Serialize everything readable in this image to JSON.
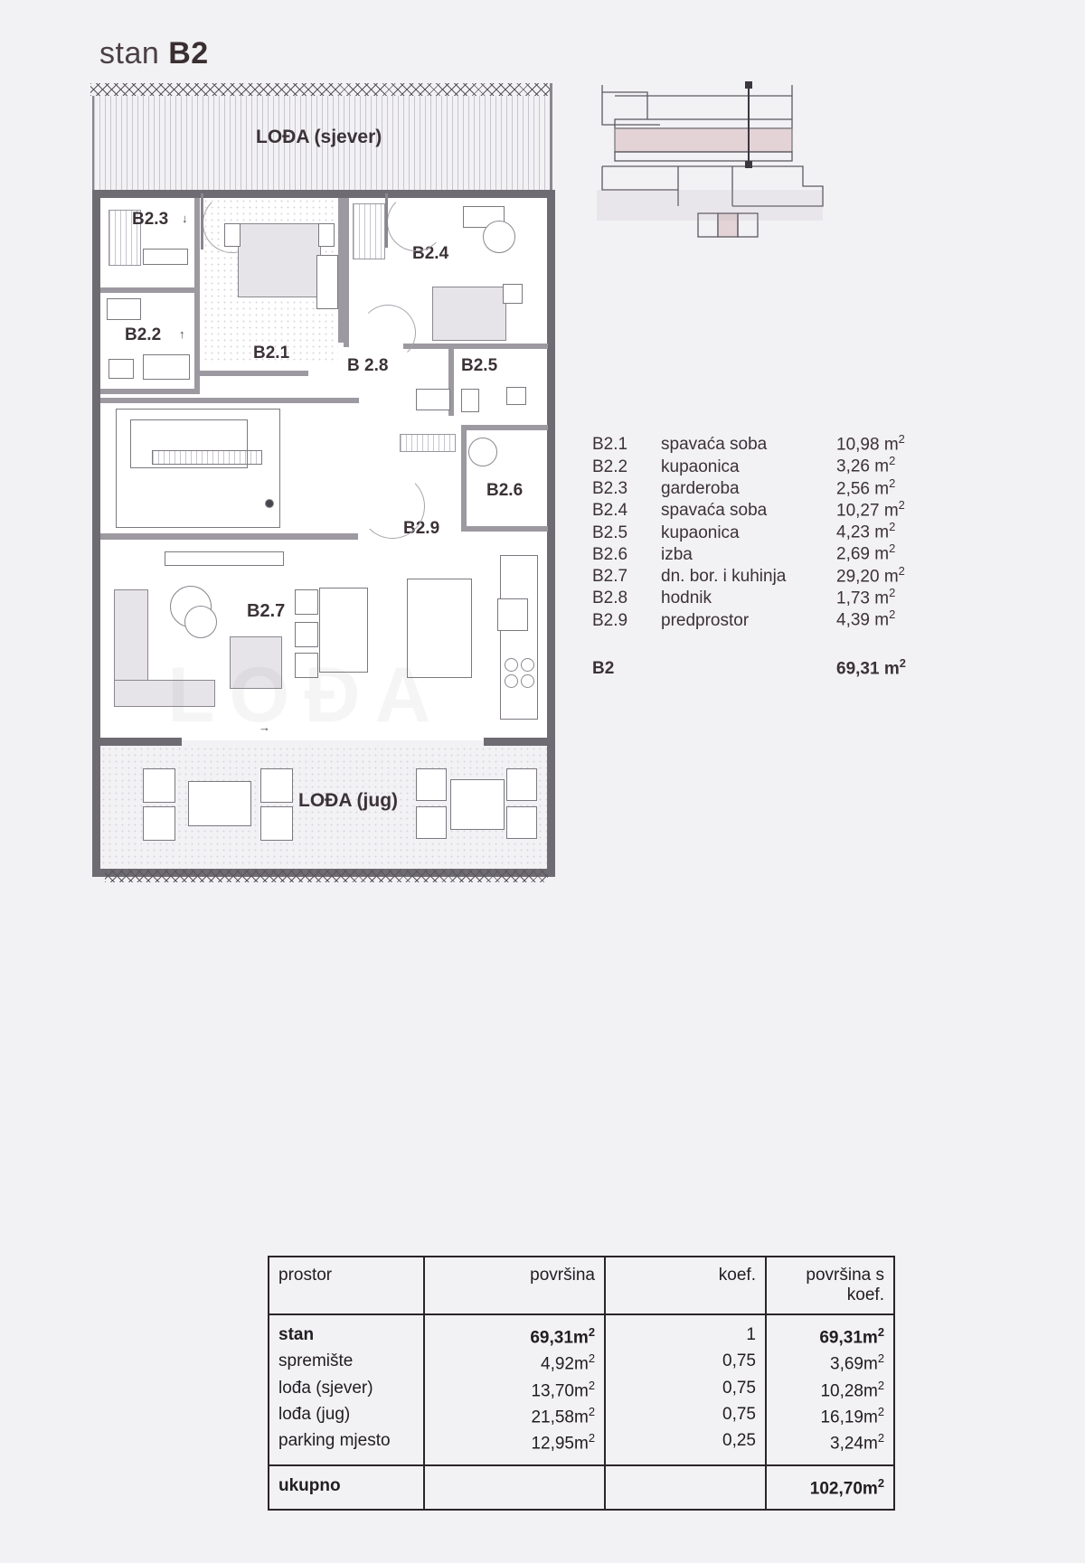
{
  "title": {
    "prefix": "stan",
    "unit": "B2"
  },
  "plan": {
    "loggia_north_label": "LOĐA (sjever)",
    "loggia_south_label": "LOĐA (jug)",
    "room_labels": [
      {
        "id": "B2.3",
        "text": "B2.3"
      },
      {
        "id": "B2.2",
        "text": "B2.2"
      },
      {
        "id": "B2.1",
        "text": "B2.1"
      },
      {
        "id": "B2.4",
        "text": "B2.4"
      },
      {
        "id": "B2.8",
        "text": "B 2.8"
      },
      {
        "id": "B2.5",
        "text": "B2.5"
      },
      {
        "id": "B2.6",
        "text": "B2.6"
      },
      {
        "id": "B2.9",
        "text": "B2.9"
      },
      {
        "id": "B2.7",
        "text": "B2.7"
      }
    ],
    "arrows": [
      {
        "id": "arrow-b23",
        "glyph": "↓"
      },
      {
        "id": "arrow-b22",
        "glyph": "↑"
      },
      {
        "id": "arrow-b27",
        "glyph": "→"
      }
    ],
    "watermark": "LOĐA"
  },
  "legend": {
    "rows": [
      {
        "code": "B2.1",
        "name": "spavaća soba",
        "area": "10,98",
        "unit": "m",
        "exp": "2"
      },
      {
        "code": "B2.2",
        "name": "kupaonica",
        "area": "3,26",
        "unit": "m",
        "exp": "2"
      },
      {
        "code": "B2.3",
        "name": "garderoba",
        "area": "2,56",
        "unit": "m",
        "exp": "2"
      },
      {
        "code": "B2.4",
        "name": "spavaća soba",
        "area": "10,27",
        "unit": "m",
        "exp": "2"
      },
      {
        "code": "B2.5",
        "name": "kupaonica",
        "area": "4,23",
        "unit": "m",
        "exp": "2"
      },
      {
        "code": "B2.6",
        "name": "izba",
        "area": "2,69",
        "unit": "m",
        "exp": "2"
      },
      {
        "code": "B2.7",
        "name": "dn. bor. i kuhinja",
        "area": "29,20",
        "unit": "m",
        "exp": "2"
      },
      {
        "code": "B2.8",
        "name": "hodnik",
        "area": "1,73",
        "unit": "m",
        "exp": "2"
      },
      {
        "code": "B2.9",
        "name": "predprostor",
        "area": "4,39",
        "unit": "m",
        "exp": "2"
      }
    ],
    "total": {
      "code": "B2",
      "name": "",
      "area": "69,31",
      "unit": "m",
      "exp": "2"
    }
  },
  "table": {
    "headers": {
      "space": "prostor",
      "area": "površina",
      "coef": "koef.",
      "area_coef": "površina s koef."
    },
    "rows": [
      {
        "space": "stan",
        "area": "69,31m",
        "exp": "2",
        "coef": "1",
        "area_coef": "69,31m",
        "coef_exp": "2",
        "bold": true
      },
      {
        "space": "spremište",
        "area": "4,92m",
        "exp": "2",
        "coef": "0,75",
        "area_coef": "3,69m",
        "coef_exp": "2",
        "bold": false
      },
      {
        "space": "lođa (sjever)",
        "area": "13,70m",
        "exp": "2",
        "coef": "0,75",
        "area_coef": "10,28m",
        "coef_exp": "2",
        "bold": false
      },
      {
        "space": "lođa (jug)",
        "area": "21,58m",
        "exp": "2",
        "coef": "0,75",
        "area_coef": "16,19m",
        "coef_exp": "2",
        "bold": false
      },
      {
        "space": "parking mjesto",
        "area": "12,95m",
        "exp": "2",
        "coef": "0,25",
        "area_coef": "3,24m",
        "coef_exp": "2",
        "bold": false
      }
    ],
    "total": {
      "space": "ukupno",
      "area": "",
      "coef": "",
      "area_coef": "102,70m",
      "coef_exp": "2"
    }
  },
  "colors": {
    "background": "#f2f1f4",
    "wall": "#6f6b72",
    "text": "#3a3338",
    "table_border": "#2a2529",
    "section_accent": "#d8c6c9"
  }
}
